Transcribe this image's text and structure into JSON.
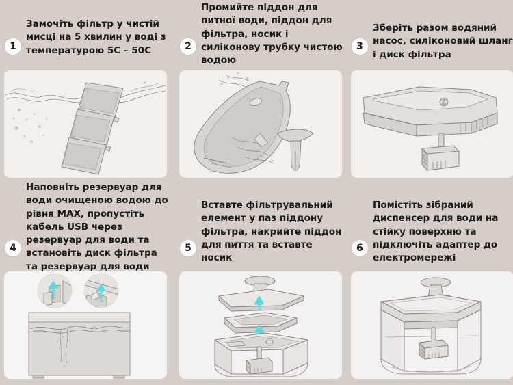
{
  "page": {
    "background_color": "#d5cdc8",
    "panel_color": "#f2efed",
    "accent_color": "#5fd8e0",
    "text_color": "#1d1b1a"
  },
  "steps": [
    {
      "number": "1",
      "text": "Замочіть фільтр у чистій мисці на 5 хвилин у воді з температурою 5С – 50С",
      "image_name": "filter-disk-soaking-in-water"
    },
    {
      "number": "2",
      "text": "Промийте піддон для питної води, піддон для фільтра, носик і силіконову трубку чистою водою",
      "image_name": "rinsing-tray-and-spout"
    },
    {
      "number": "3",
      "text": "Зберіть разом водяний насос, силіконовий шланг і диск фільтра",
      "image_name": "filter-tray-with-pump-assembly"
    },
    {
      "number": "4",
      "text": "Наповніть резервуар для води очищеною водою до рівня MAX, пропустіть кабель USB через резервуар для води та встановіть диск фільтра та резервуар для води",
      "image_name": "reservoir-filling-with-callouts"
    },
    {
      "number": "5",
      "text": "Вставте фільтрувальний елемент у паз піддону фільтра, накрийте піддон для пиття та вставте носик",
      "image_name": "exploded-assembly-view"
    },
    {
      "number": "6",
      "text": "Помістіть зібраний диспенсер для води на стійку поверхню та підключіть адаптер до електромережі",
      "image_name": "assembled-water-dispenser"
    }
  ]
}
